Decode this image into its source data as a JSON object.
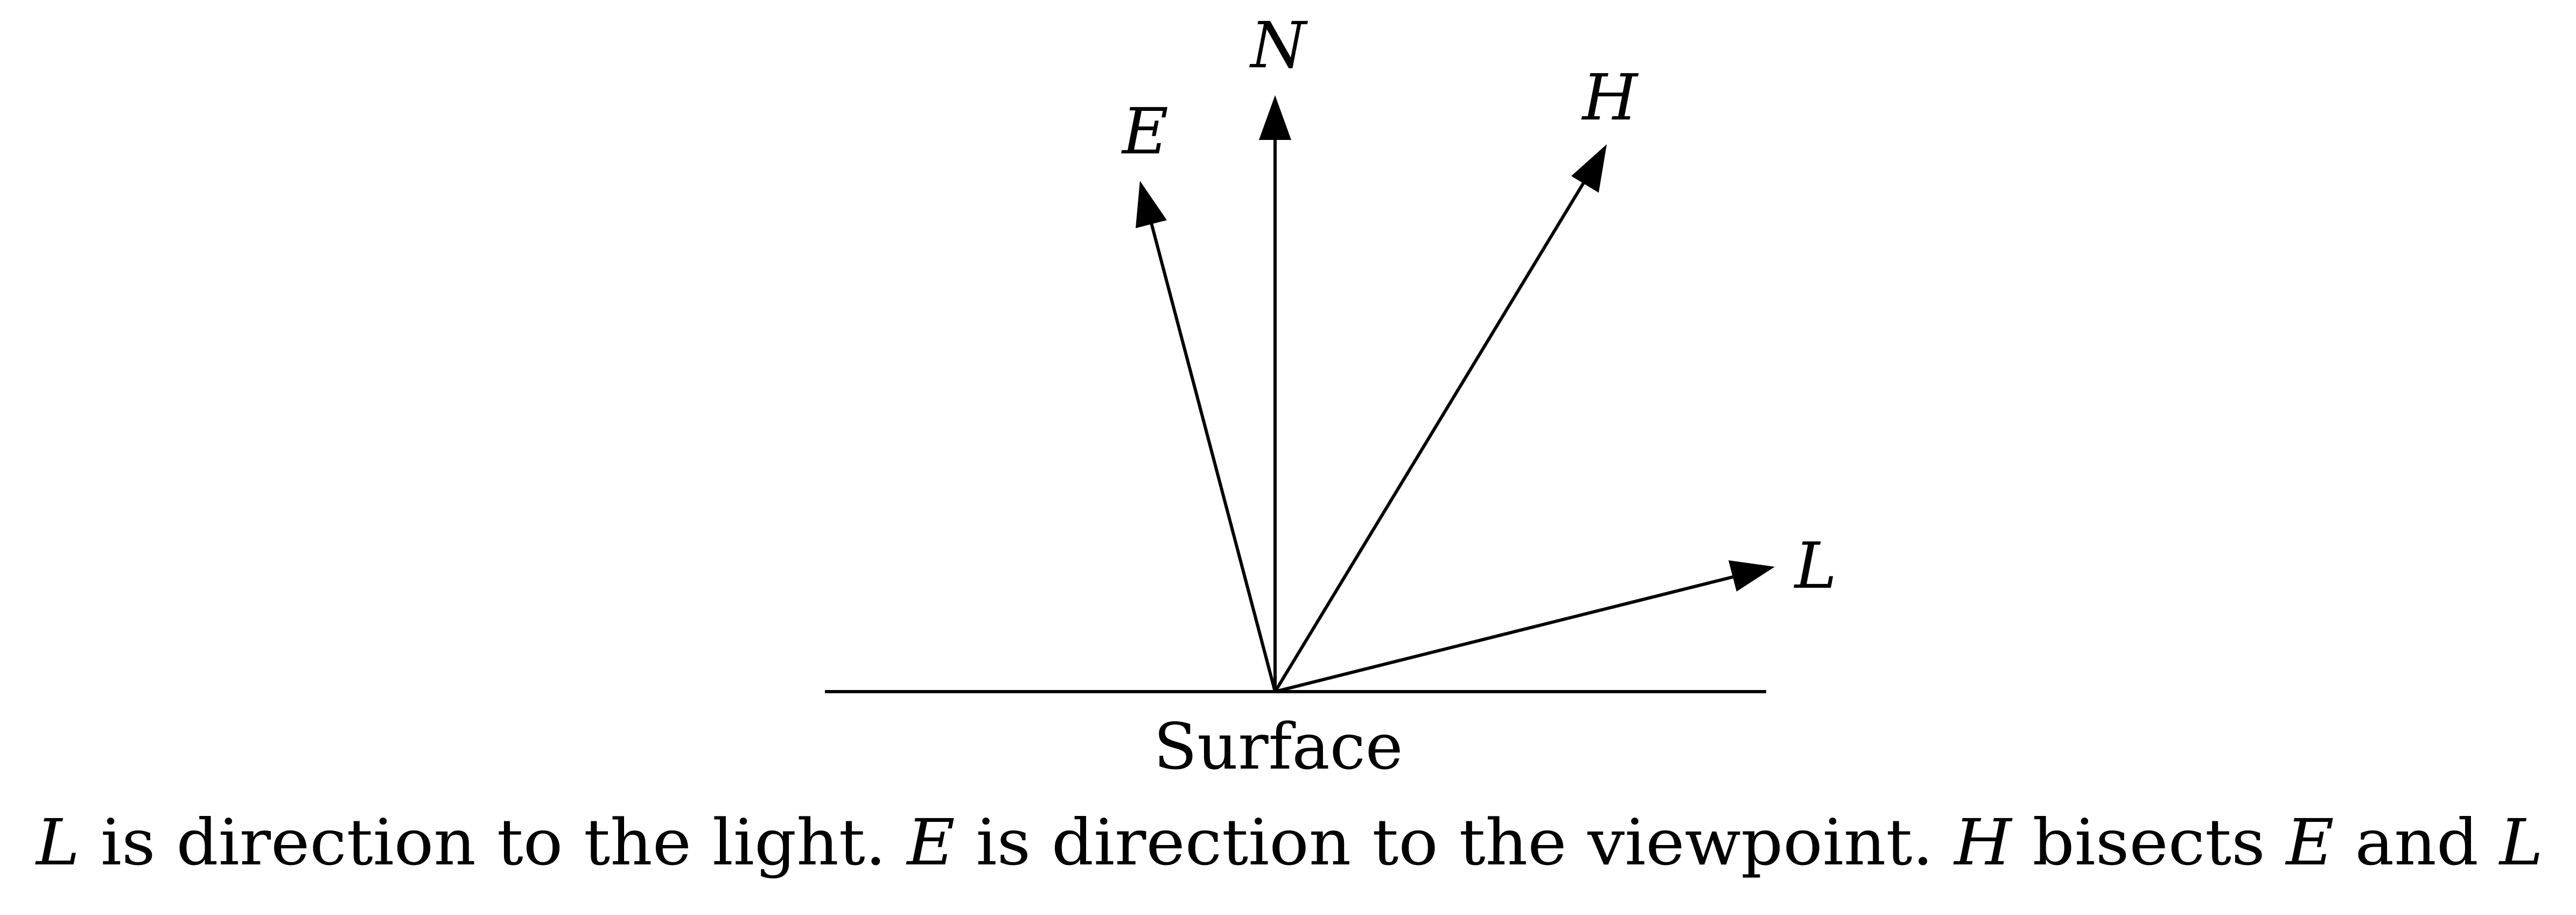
{
  "diagram": {
    "vectors": {
      "N": "N",
      "E": "E",
      "H": "H",
      "L": "L"
    },
    "surface_label": "Surface",
    "caption": {
      "p1": "L",
      "p2": " is direction to the light. ",
      "p3": "E",
      "p4": " is direction to the viewpoint. ",
      "p5": "H",
      "p6": " bisects ",
      "p7": "E",
      "p8": " and ",
      "p9": "L"
    }
  }
}
